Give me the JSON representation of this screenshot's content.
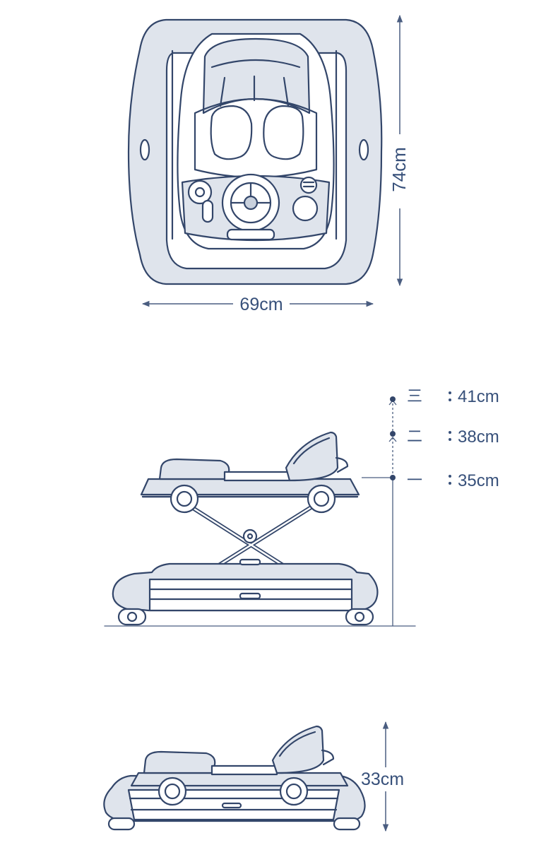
{
  "colors": {
    "stroke": "#33466a",
    "fill_light": "#dfe4ec",
    "fill_mid": "#c9d1dd",
    "label": "#37507a",
    "line": "#4a5d80"
  },
  "top_view": {
    "width_label": "69cm",
    "depth_label": "74cm"
  },
  "height_levels": [
    {
      "marker": "三",
      "value": "41cm"
    },
    {
      "marker": "二",
      "value": "38cm"
    },
    {
      "marker": "一",
      "value": "35cm"
    }
  ],
  "folded_view": {
    "height_label": "33cm"
  }
}
